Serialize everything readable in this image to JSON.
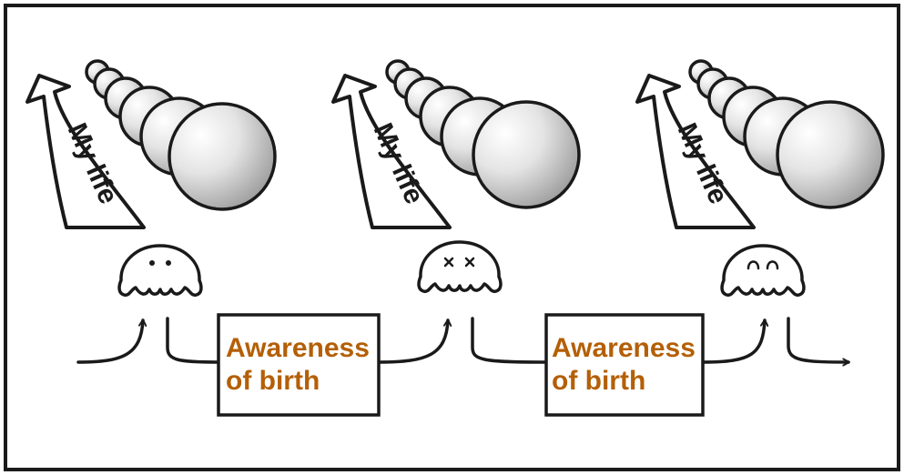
{
  "diagram": {
    "panels": [
      {
        "life_label": "My life",
        "face": "neutral"
      },
      {
        "life_label": "My life",
        "face": "crossed-eyes"
      },
      {
        "life_label": "My life",
        "face": "smiling"
      }
    ],
    "boxes": [
      {
        "line1": "Awareness",
        "line2": "of birth"
      },
      {
        "line1": "Awareness",
        "line2": "of birth"
      }
    ],
    "colors": {
      "box_text": "#b45f06",
      "ink": "#1a1a1a",
      "background": "#ffffff"
    }
  }
}
